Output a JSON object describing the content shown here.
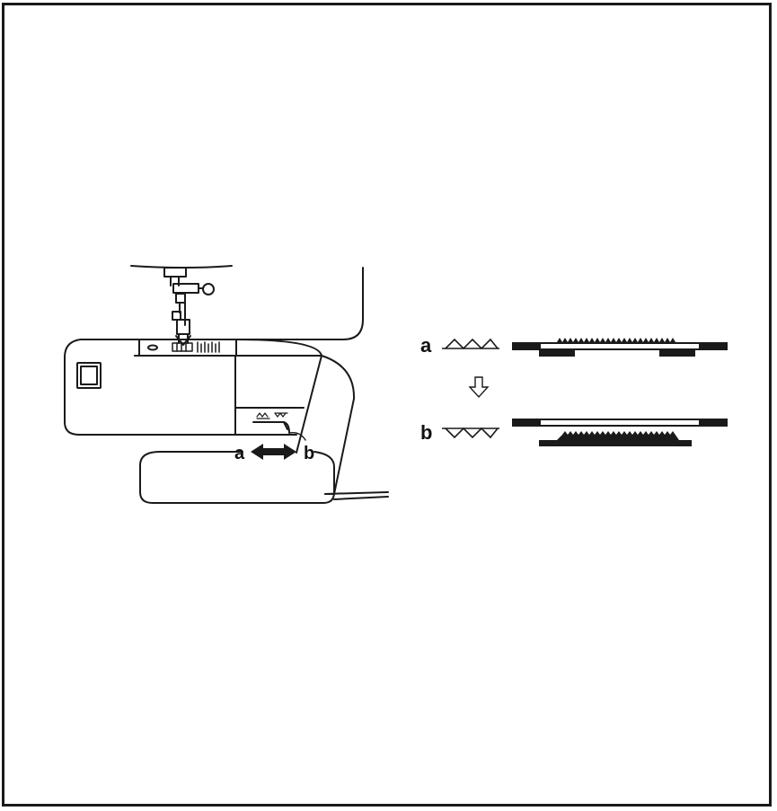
{
  "machine_figure": {
    "label_a": "a",
    "label_b": "b"
  },
  "feed_dog_figure": {
    "label_a": "a",
    "label_b": "b"
  },
  "colors": {
    "ink": "#1a1a1a",
    "paper": "#ffffff"
  }
}
